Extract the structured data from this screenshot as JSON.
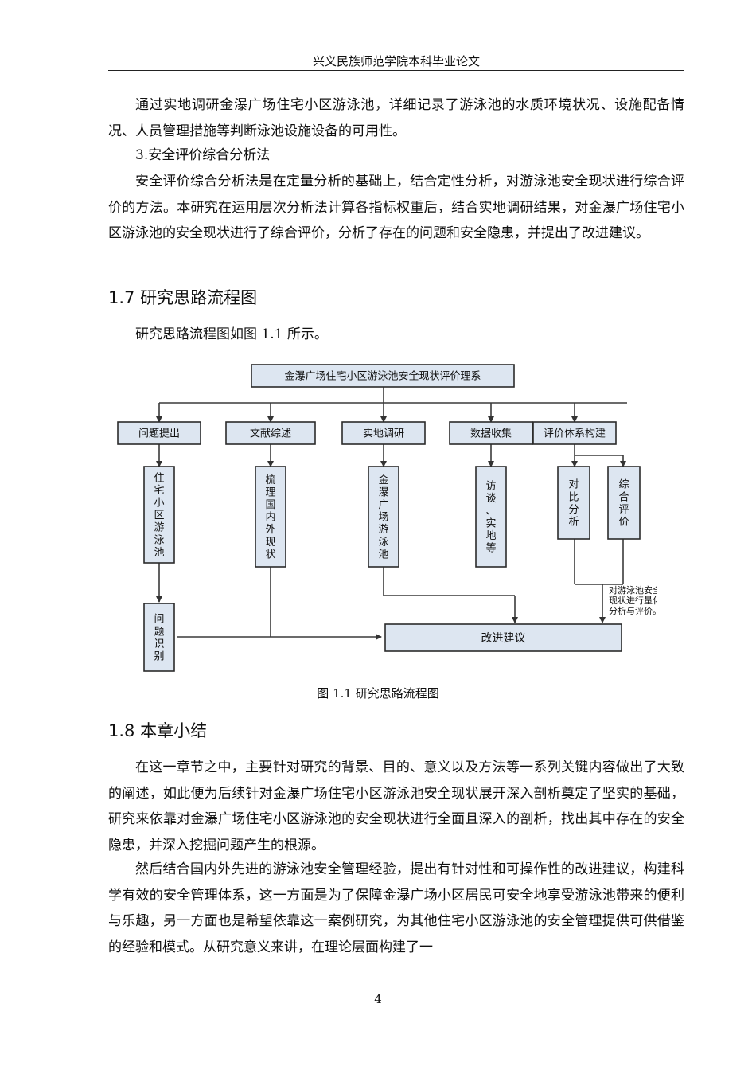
{
  "header": {
    "title": "兴义民族师范学院本科毕业论文"
  },
  "body": {
    "para1": "通过实地调研金瀑广场住宅小区游泳池，详细记录了游泳池的水质环境状况、设施配备情况、人员管理措施等判断泳池设施设备的可用性。",
    "item3": "3.安全评价综合分析法",
    "para2": "安全评价综合分析法是在定量分析的基础上，结合定性分析，对游泳池安全现状进行综合评价的方法。本研究在运用层次分析法计算各指标权重后，结合实地调研结果，对金瀑广场住宅小区游泳池的安全现状进行了综合评价，分析了存在的问题和安全隐患，并提出了改进建议。",
    "section17": "1.7 研究思路流程图",
    "para3": "研究思路流程图如图 1.1 所示。",
    "caption": "图 1.1  研究思路流程图",
    "section18": "1.8 本章小结",
    "para4": "在这一章节之中，主要针对研究的背景、目的、意义以及方法等一系列关键内容做出了大致的阐述，如此便为后续针对金瀑广场住宅小区游泳池安全现状展开深入剖析奠定了坚实的基础，研究来依靠对金瀑广场住宅小区游泳池的安全现状进行全面且深入的剖析，找出其中存在的安全隐患，并深入挖掘问题产生的根源。",
    "para5": "然后结合国内外先进的游泳池安全管理经验，提出有针对性和可操作性的改进建议，构建科学有效的安全管理体系，这一方面是为了保障金瀑广场小区居民可安全地享受游泳池带来的便利与乐趣，另一方面也是希望依靠这一案例研究，为其他住宅小区游泳池的安全管理提供可供借鉴的经验和模式。从研究意义来讲，在理论层面构建了一"
  },
  "diagram": {
    "top": "金瀑广场住宅小区游泳池安全现状评价理系",
    "level1": [
      "问题提出",
      "文献综述",
      "实地调研",
      "数据收集",
      "评价体系构建"
    ],
    "vertical": {
      "residential_pool": "住宅小区游泳池",
      "literature": "梳理国内外现状",
      "jinpu_pool": "金瀑广场游泳池",
      "interview": "访谈、实地等",
      "compare": "对比分析",
      "comprehensive": "综合评价",
      "identify": "问题识别"
    },
    "annotation": [
      "对游泳池安全",
      "现状进行量化",
      "分析与评价。"
    ],
    "result": "改进建议",
    "colors": {
      "box_fill": "#dde6f1",
      "box_stroke": "#2b2b2b",
      "line": "#3a3a3a"
    }
  },
  "footer": {
    "page_number": "4"
  }
}
